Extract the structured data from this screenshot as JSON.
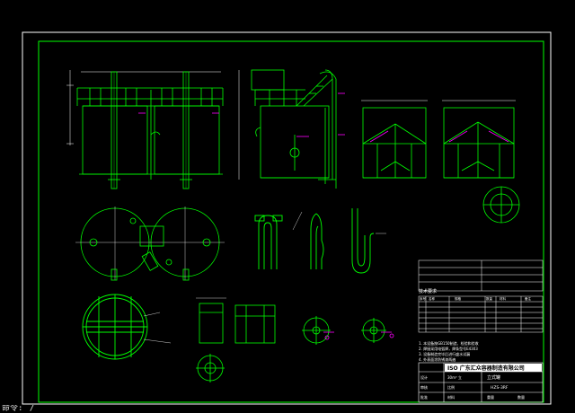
{
  "drawing": {
    "background": "#000000",
    "frame_color": "#ffffff",
    "line_color": "#00ff00",
    "accent_color": "#ff00ff",
    "title_block": {
      "company": "ISO 广东汇众容器制造有限公司",
      "part_name": "立式罐",
      "spec": "30m³ 立",
      "drawing_no": "HZS-3RF",
      "scale_label": "比例",
      "material_label": "材料",
      "weight_label": "重量",
      "qty_label": "数量",
      "designer_label": "设计",
      "checker_label": "审核",
      "approver_label": "批准"
    },
    "notes_title": "技术要求",
    "notes": [
      "1. 本设备按GB150制造、检验和验收",
      "2. 焊接采用电弧焊，焊条型号E4303",
      "3. 设备制造完毕后进行盛水试漏",
      "4. 外表面涂防锈漆两遍"
    ],
    "parts_table_header": [
      "序号",
      "名称",
      "规格",
      "数量",
      "材料",
      "备注"
    ]
  },
  "command_line": {
    "prompt": "命令:",
    "cursor": "/"
  }
}
